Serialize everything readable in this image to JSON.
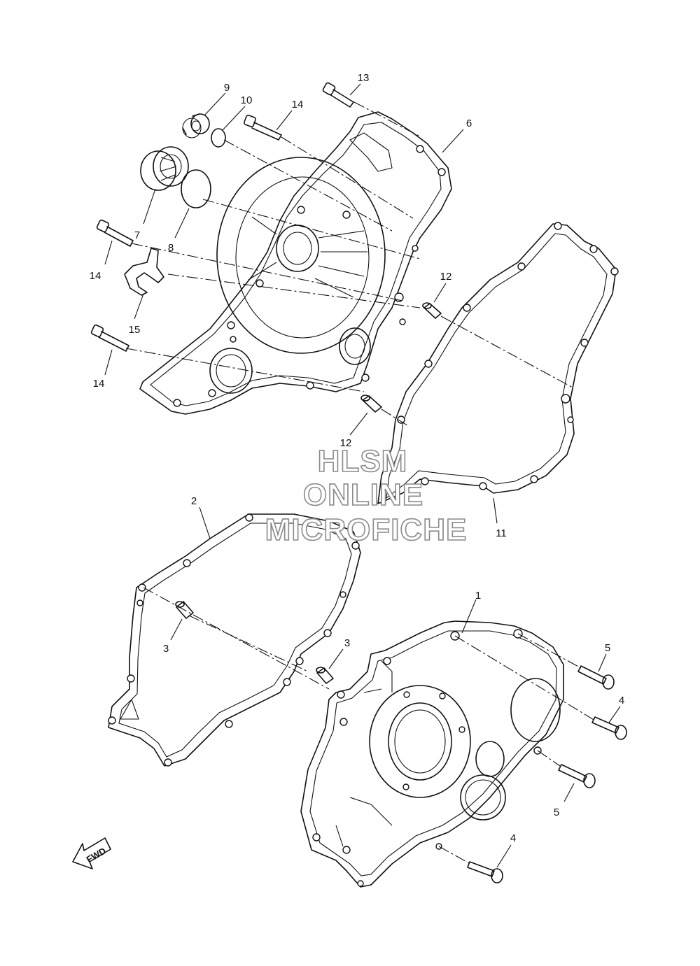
{
  "watermark": {
    "line1": "HLSM",
    "line2": "ONLINE",
    "line3": "MICROFICHE"
  },
  "fwd_label": "FWD",
  "callouts": {
    "c1": "1",
    "c2": "2",
    "c3a": "3",
    "c3b": "3",
    "c4a": "4",
    "c4b": "4",
    "c5a": "5",
    "c5b": "5",
    "c6": "6",
    "c7": "7",
    "c8": "8",
    "c9": "9",
    "c10": "10",
    "c11": "11",
    "c12a": "12",
    "c12b": "12",
    "c13": "13",
    "c14a": "14",
    "c14b": "14",
    "c14c": "14",
    "c15": "15"
  }
}
